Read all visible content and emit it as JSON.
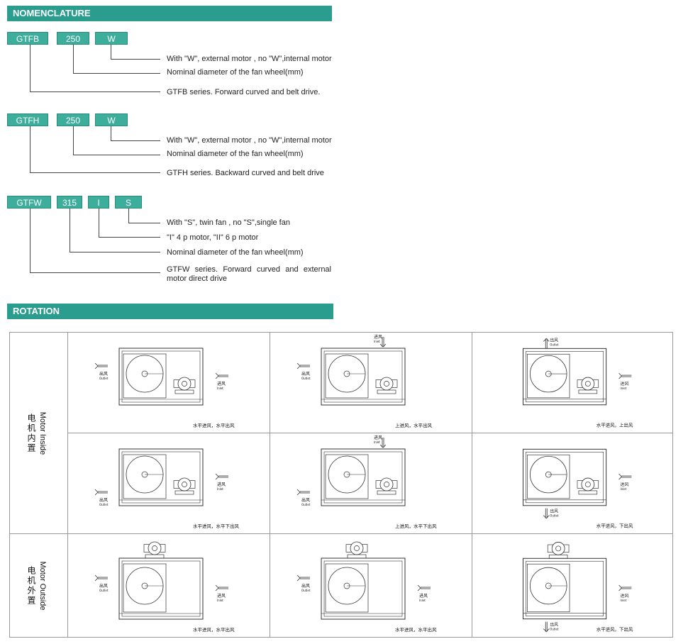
{
  "nomenclature": {
    "title": "NOMENCLATURE",
    "groups": [
      {
        "codes": [
          "GTFB",
          "250",
          "W"
        ],
        "descriptions": [
          "With \"W\", external motor , no \"W\",internal  motor",
          "Nominal diameter of the fan wheel(mm)",
          "GTFB series. Forward curved and belt drive."
        ]
      },
      {
        "codes": [
          "GTFH",
          "250",
          "W"
        ],
        "descriptions": [
          "With \"W\", external motor , no \"W\",internal  motor",
          "Nominal diameter of the fan wheel(mm)",
          "GTFH series. Backward curved and belt drive"
        ]
      },
      {
        "codes": [
          "GTFW",
          "315",
          "I",
          "S"
        ],
        "descriptions": [
          "With \"S\", twin fan , no \"S\",single  fan",
          "\"I\" 4 p motor, \"II\" 6 p motor",
          "Nominal diameter of the fan wheel(mm)",
          "GTFW series.  Forward  curved  and  external motor direct drive"
        ]
      }
    ]
  },
  "rotation": {
    "title": "ROTATION",
    "rows": [
      {
        "label_zh": "电机内置",
        "label_en": "Motor Inside",
        "cells": [
          {
            "caption": "水平进风，水平出风",
            "outlet_zh": "出风",
            "outlet_en": "Outlet",
            "inlet_zh": "进风",
            "inlet_en": "Inlet"
          },
          {
            "caption": "上进风，水平出风",
            "outlet_zh": "出风",
            "outlet_en": "Outlet",
            "inlet_zh": "进风",
            "inlet_en": "Inlet"
          },
          {
            "caption": "水平进风，上出风",
            "outlet_zh": "出风",
            "outlet_en": "Outlet",
            "inlet_zh": "进风",
            "inlet_en": "Inlet"
          }
        ]
      },
      {
        "label_zh": "电机内置",
        "label_en": "Motor Inside",
        "cells": [
          {
            "caption": "水平进风，水平下出风",
            "outlet_zh": "出风",
            "outlet_en": "Outlet",
            "inlet_zh": "进风",
            "inlet_en": "Inlet"
          },
          {
            "caption": "上进风，水平下出风",
            "outlet_zh": "出风",
            "outlet_en": "Outlet",
            "inlet_zh": "进风",
            "inlet_en": "Inlet"
          },
          {
            "caption": "水平进风，下出风",
            "outlet_zh": "出风",
            "outlet_en": "Outlet",
            "inlet_zh": "进风",
            "inlet_en": "Inlet"
          }
        ]
      },
      {
        "label_zh": "电机外置",
        "label_en": "Motor Outside",
        "cells": [
          {
            "caption": "水平进风，水平出风",
            "outlet_zh": "出风",
            "outlet_en": "Outlet",
            "inlet_zh": "进风",
            "inlet_en": "Inlet"
          },
          {
            "caption": "水平进风，水平出风",
            "outlet_zh": "出风",
            "outlet_en": "Outlet",
            "inlet_zh": "进风",
            "inlet_en": "Inlet"
          },
          {
            "caption": "水平进风，下出风",
            "outlet_zh": "出风",
            "outlet_en": "Outlet",
            "inlet_zh": "进风",
            "inlet_en": "Inlet"
          }
        ]
      }
    ]
  }
}
